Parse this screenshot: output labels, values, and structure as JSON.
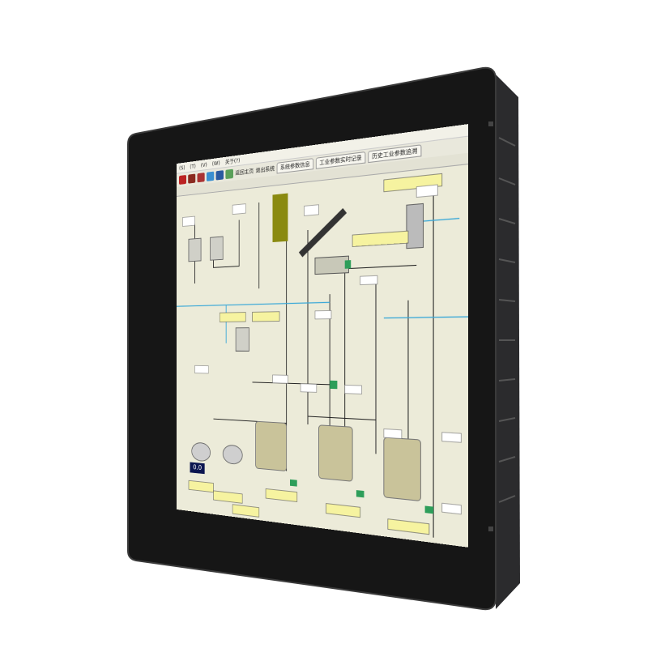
{
  "device": {
    "bezel_color": "#151515",
    "frame_color": "#2a2a2a"
  },
  "screen": {
    "menu": [
      "(S)",
      "(T)",
      "(V)",
      "(W)",
      "关于(?)"
    ],
    "toolbar_buttons": [
      "返回主页",
      "退出系统"
    ],
    "tabs": [
      "系统参数信息",
      "工业参数实时记录",
      "历史工业参数追溯"
    ],
    "subtabs": [
      "",
      "",
      "",
      ""
    ],
    "readout": "0.0",
    "colors": {
      "background": "#ecebd9",
      "label_fill": "#f6f3a0",
      "tank": "#c9c39a",
      "pipe": "#3aa8d8",
      "valve": "#2e9e5a"
    }
  }
}
